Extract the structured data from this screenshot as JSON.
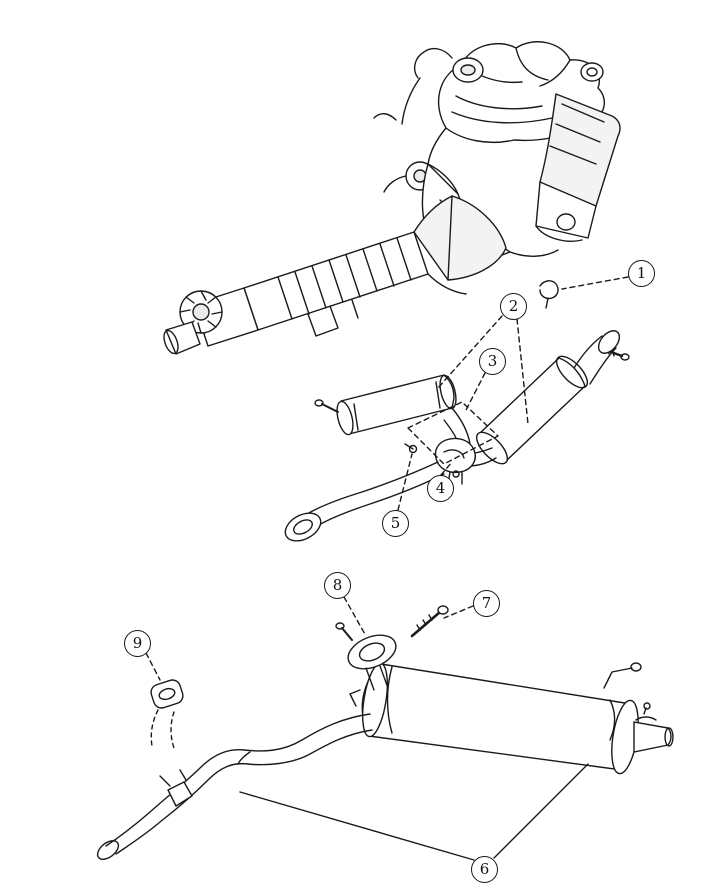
{
  "diagram": {
    "description": "Exploded exhaust system parts diagram with engine and transmission",
    "colors": {
      "line": "#1a1a1a",
      "background": "#ffffff"
    },
    "callouts": [
      {
        "label": "1"
      },
      {
        "label": "2"
      },
      {
        "label": "3"
      },
      {
        "label": "4"
      },
      {
        "label": "5"
      },
      {
        "label": "6"
      },
      {
        "label": "7"
      },
      {
        "label": "8"
      },
      {
        "label": "9"
      }
    ]
  }
}
